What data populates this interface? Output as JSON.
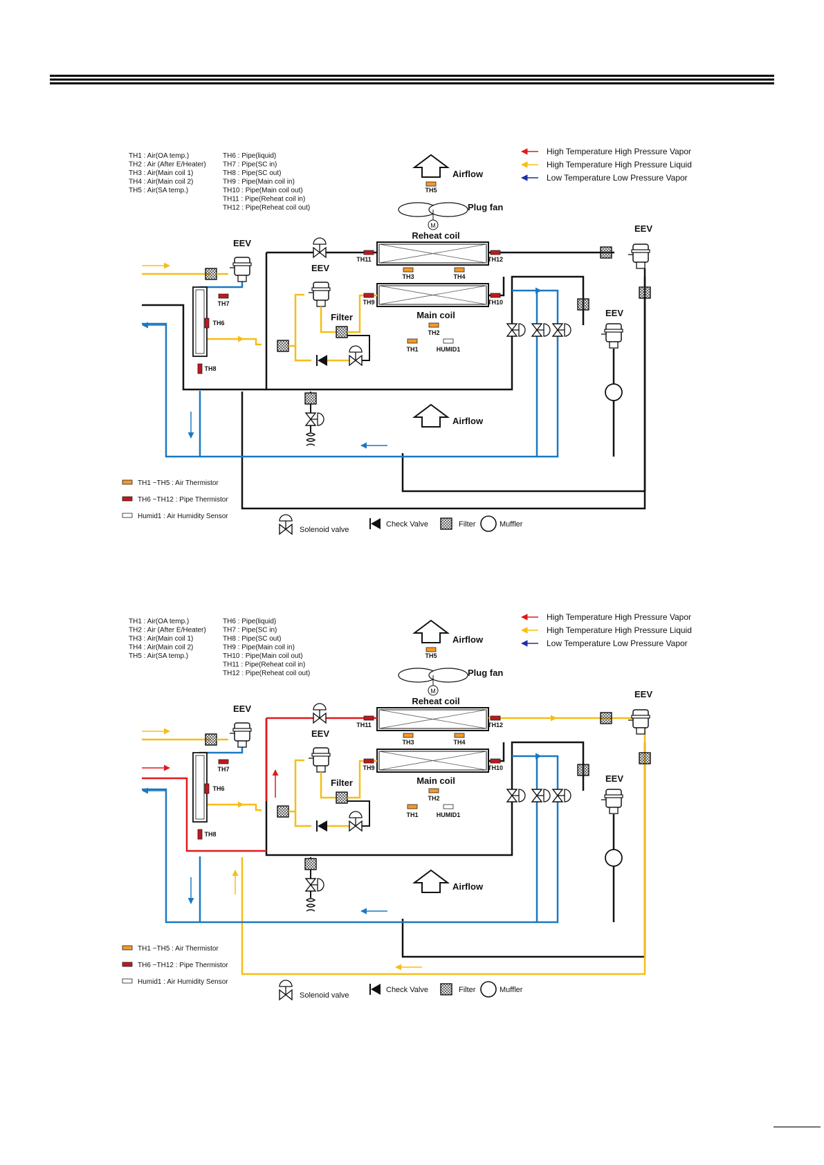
{
  "thermistor_defs": {
    "air": [
      "TH1 : Air(OA temp.)",
      "TH2 : Air (After E/Heater)",
      "TH3 : Air(Main coil 1)",
      "TH4 : Air(Main coil 2)",
      "TH5 : Air(SA temp.)"
    ],
    "pipe": [
      "TH6 : Pipe(liquid)",
      "TH7 : Pipe(SC in)",
      "TH8 : Pipe(SC out)",
      "TH9 : Pipe(Main coil in)",
      "TH10 : Pipe(Main coil out)",
      "TH11 : Pipe(Reheat coil in)",
      "TH12 : Pipe(Reheat coil out)"
    ]
  },
  "flow_legend": [
    {
      "label": "High Temperature High Pressure Vapor",
      "color": "#e0191d"
    },
    {
      "label": "High Temperature High Pressure Liquid",
      "color": "#f5bd16"
    },
    {
      "label": "Low Temperature Low Pressure Vapor",
      "color": "#1f2ea6"
    }
  ],
  "labels": {
    "airflow": "Airflow",
    "plug_fan": "Plug fan",
    "motor": "M",
    "reheat_coil": "Reheat coil",
    "main_coil": "Main coil",
    "eev": "EEV",
    "filter": "Filter",
    "th1": "TH1",
    "th2": "TH2",
    "th3": "TH3",
    "th4": "TH4",
    "th5": "TH5",
    "th6": "TH6",
    "th7": "TH7",
    "th8": "TH8",
    "th9": "TH9",
    "th10": "TH10",
    "th11": "TH11",
    "th12": "TH12",
    "humid1": "HUMID1"
  },
  "sensor_legend": [
    "TH1 ~TH5 : Air Thermistor",
    "TH6 ~TH12 : Pipe Thermistor",
    "Humid1 : Air Humidity Sensor"
  ],
  "symbol_legend": {
    "solenoid": "Solenoid valve",
    "check": "Check Valve",
    "filter": "Filter",
    "muffler": "Muffler"
  },
  "colors": {
    "vapor_high": "#e0191d",
    "liquid_high": "#f5bd16",
    "vapor_low": "#1a78c2",
    "pipe_black": "#111111",
    "air_thermistor": "#f39a2a",
    "pipe_thermistor": "#c0181e"
  }
}
